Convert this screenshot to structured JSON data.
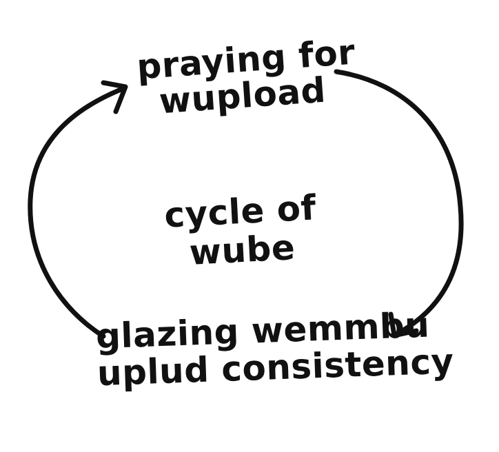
{
  "diagram": {
    "title_lines": [
      "cycle of",
      "wube"
    ],
    "nodes": [
      {
        "id": "top",
        "lines": [
          "praying for",
          "wupload"
        ]
      },
      {
        "id": "bottom",
        "lines": [
          "glazing wemmbu",
          "uplud consistency"
        ]
      }
    ],
    "edges": [
      {
        "from": "top",
        "to": "bottom",
        "direction": "clockwise-right"
      },
      {
        "from": "bottom",
        "to": "top",
        "direction": "clockwise-left"
      }
    ],
    "colors": {
      "ink": "#111111",
      "background": "#ffffff"
    }
  }
}
